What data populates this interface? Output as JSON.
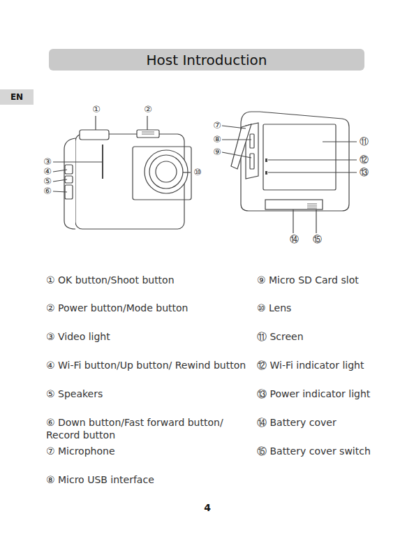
{
  "diagram": {
    "title": "Host Introduction",
    "nodes": [
      {
        "text": [
          "EN"
        ]
      }
    ],
    "labels": [
      "①",
      "②",
      "③",
      "④",
      "⑤",
      "⑥",
      "⑦",
      "⑧",
      "⑨",
      "⑩",
      "⑪",
      "⑫",
      "⑬",
      "⑭",
      "⑮",
      "① OK button/Shoot button",
      "② Power button/Mode button",
      "③ Video light",
      "④ Wi-Fi button/Up button/ Rewind button",
      "⑤ Speakers",
      "⑥ Down button/Fast forward button/ Record button",
      "⑦ Microphone",
      "⑧ Micro USB interface",
      "⑨ Micro SD Card slot",
      "⑩ Lens",
      "⑪ Screen",
      "⑫ Wi-Fi indicator light",
      "⑬ Power indicator light",
      "⑭ Battery cover",
      "⑮ Battery cover switch",
      "4"
    ]
  }
}
